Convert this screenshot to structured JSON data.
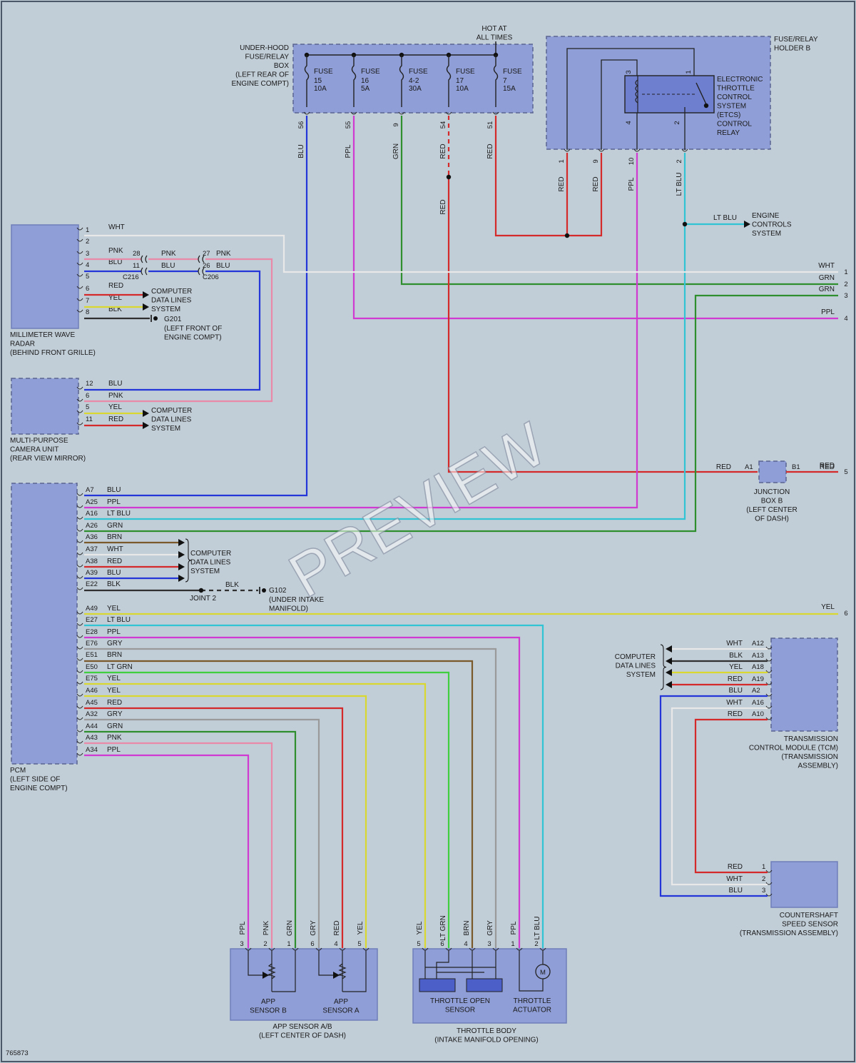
{
  "colors": {
    "BLU": "#2436d8",
    "PPL": "#d03ad0",
    "GRN": "#2f8f2f",
    "RED": "#d42a2a",
    "WHT": "#e8e8e8",
    "PNK": "#e88aa8",
    "YEL": "#d8d830",
    "BLK": "#303030",
    "LTBLU": "#30c4d4",
    "BRN": "#7a5a2a",
    "GRY": "#9a9a9a",
    "LTGRN": "#3fcf3f",
    "box": "#8f9ed6",
    "background": "#c1cdd7"
  },
  "underhood_box": {
    "lines": [
      "UNDER-HOOD",
      "FUSE/RELAY",
      "BOX",
      "(LEFT REAR OF",
      "ENGINE COMPT)"
    ]
  },
  "hot_label": [
    "HOT AT",
    "ALL TIMES"
  ],
  "fuses": [
    {
      "name": "FUSE",
      "num": "15",
      "amp": "10A",
      "pin": "56",
      "wire": "BLU"
    },
    {
      "name": "FUSE",
      "num": "16",
      "amp": "5A",
      "pin": "55",
      "wire": "PPL"
    },
    {
      "name": "FUSE",
      "num": "4-2",
      "amp": "30A",
      "pin": "9",
      "wire": "GRN"
    },
    {
      "name": "FUSE",
      "num": "17",
      "amp": "10A",
      "pin": "54",
      "wire": "RED"
    },
    {
      "name": "FUSE",
      "num": "7",
      "amp": "15A",
      "pin": "51",
      "wire": "RED"
    }
  ],
  "relay_holder": {
    "title": [
      "FUSE/RELAY",
      "HOLDER B"
    ],
    "relay": [
      "ELECTRONIC",
      "THROTTLE",
      "CONTROL",
      "SYSTEM",
      "(ETCS)",
      "CONTROL",
      "RELAY"
    ],
    "inner_pins": [
      "3",
      "1",
      "4",
      "2"
    ],
    "pins": [
      {
        "pin": "1",
        "wire": "RED"
      },
      {
        "pin": "9",
        "wire": "RED"
      },
      {
        "pin": "10",
        "wire": "PPL"
      },
      {
        "pin": "2",
        "wire": "LT BLU"
      }
    ]
  },
  "engine_controls": {
    "wire": "LT BLU",
    "lines": [
      "ENGINE",
      "CONTROLS",
      "SYSTEM"
    ]
  },
  "mmw_radar": {
    "lines": [
      "MILLIMETER WAVE",
      "RADAR",
      "(BEHIND FRONT GRILLE)"
    ],
    "pins": [
      {
        "pin": "1",
        "wire": "WHT"
      },
      {
        "pin": "2",
        "wire": ""
      },
      {
        "pin": "3",
        "wire": "PNK"
      },
      {
        "pin": "4",
        "wire": "BLU"
      },
      {
        "pin": "5",
        "wire": ""
      },
      {
        "pin": "6",
        "wire": "RED"
      },
      {
        "pin": "7",
        "wire": "YEL"
      },
      {
        "pin": "8",
        "wire": "BLK"
      }
    ],
    "c216": {
      "name": "C216",
      "pins": [
        "28",
        "11"
      ],
      "wires": [
        "PNK",
        "BLU"
      ]
    },
    "c206": {
      "name": "C206",
      "pins": [
        "27",
        "26"
      ],
      "wires": [
        "PNK",
        "BLU"
      ]
    },
    "cdl": [
      "COMPUTER",
      "DATA LINES",
      "SYSTEM"
    ],
    "ground": {
      "name": "G201",
      "lines": [
        "(LEFT FRONT OF",
        "ENGINE COMPT)"
      ]
    }
  },
  "camera": {
    "lines": [
      "MULTI-PURPOSE",
      "CAMERA UNIT",
      "(REAR VIEW MIRROR)"
    ],
    "pins": [
      {
        "pin": "12",
        "wire": "BLU"
      },
      {
        "pin": "6",
        "wire": "PNK"
      },
      {
        "pin": "5",
        "wire": "YEL"
      },
      {
        "pin": "11",
        "wire": "RED"
      }
    ],
    "cdl": [
      "COMPUTER",
      "DATA LINES",
      "SYSTEM"
    ]
  },
  "right_refs": [
    {
      "wire": "WHT",
      "num": "1"
    },
    {
      "wire": "GRN",
      "num": "2"
    },
    {
      "wire": "GRN",
      "num": "3"
    },
    {
      "wire": "PPL",
      "num": "4"
    },
    {
      "wire": "RED",
      "num": "5"
    },
    {
      "wire": "YEL",
      "num": "6"
    }
  ],
  "junction_box": {
    "lines": [
      "JUNCTION",
      "BOX B",
      "(LEFT CENTER",
      "OF DASH)"
    ],
    "pin_a": "A1",
    "pin_b": "B1",
    "wire_in": "RED",
    "wire_out": "RED"
  },
  "pcm": {
    "lines": [
      "PCM",
      "(LEFT SIDE OF",
      "ENGINE COMPT)"
    ],
    "pins": [
      {
        "pin": "A7",
        "wire": "BLU"
      },
      {
        "pin": "A25",
        "wire": "PPL"
      },
      {
        "pin": "A16",
        "wire": "LT BLU"
      },
      {
        "pin": "A26",
        "wire": "GRN"
      },
      {
        "pin": "A36",
        "wire": "BRN"
      },
      {
        "pin": "A37",
        "wire": "WHT"
      },
      {
        "pin": "A38",
        "wire": "RED"
      },
      {
        "pin": "A39",
        "wire": "BLU"
      },
      {
        "pin": "E22",
        "wire": "BLK"
      },
      {
        "pin": "A49",
        "wire": "YEL"
      },
      {
        "pin": "E27",
        "wire": "LT BLU"
      },
      {
        "pin": "E28",
        "wire": "PPL"
      },
      {
        "pin": "E76",
        "wire": "GRY"
      },
      {
        "pin": "E51",
        "wire": "BRN"
      },
      {
        "pin": "E50",
        "wire": "LT GRN"
      },
      {
        "pin": "E75",
        "wire": "YEL"
      },
      {
        "pin": "A46",
        "wire": "YEL"
      },
      {
        "pin": "A45",
        "wire": "RED"
      },
      {
        "pin": "A32",
        "wire": "GRY"
      },
      {
        "pin": "A44",
        "wire": "GRN"
      },
      {
        "pin": "A43",
        "wire": "PNK"
      },
      {
        "pin": "A34",
        "wire": "PPL"
      }
    ],
    "cdl": [
      "COMPUTER",
      "DATA LINES",
      "SYSTEM"
    ],
    "blk_label": "BLK",
    "joint": "JOINT 2",
    "ground": {
      "name": "G102",
      "lines": [
        "(UNDER INTAKE",
        "MANIFOLD)"
      ]
    }
  },
  "tcm": {
    "lines": [
      "TRANSMISSION",
      "CONTROL MODULE (TCM)",
      "(TRANSMISSION",
      "ASSEMBLY)"
    ],
    "cdl": [
      "COMPUTER",
      "DATA LINES",
      "SYSTEM"
    ],
    "pins": [
      {
        "pin": "A12",
        "wire": "WHT"
      },
      {
        "pin": "A13",
        "wire": "BLK"
      },
      {
        "pin": "A18",
        "wire": "YEL"
      },
      {
        "pin": "A19",
        "wire": "RED"
      },
      {
        "pin": "A2",
        "wire": "BLU"
      },
      {
        "pin": "A16",
        "wire": "WHT"
      },
      {
        "pin": "A10",
        "wire": "RED"
      }
    ]
  },
  "countershaft": {
    "lines": [
      "COUNTERSHAFT",
      "SPEED SENSOR",
      "(TRANSMISSION ASSEMBLY)"
    ],
    "pins": [
      {
        "pin": "1",
        "wire": "RED"
      },
      {
        "pin": "2",
        "wire": "WHT"
      },
      {
        "pin": "3",
        "wire": "BLU"
      }
    ]
  },
  "app_sensor": {
    "lines": [
      "APP SENSOR A/B",
      "(LEFT CENTER OF DASH)"
    ],
    "sensor_b": [
      "APP",
      "SENSOR B"
    ],
    "sensor_a": [
      "APP",
      "SENSOR A"
    ],
    "pins": [
      {
        "pin": "3",
        "wire": "PPL"
      },
      {
        "pin": "2",
        "wire": "PNK"
      },
      {
        "pin": "1",
        "wire": "GRN"
      },
      {
        "pin": "6",
        "wire": "GRY"
      },
      {
        "pin": "4",
        "wire": "RED"
      },
      {
        "pin": "5",
        "wire": "YEL"
      }
    ]
  },
  "throttle_body": {
    "lines": [
      "THROTTLE BODY",
      "(INTAKE MANIFOLD OPENING)"
    ],
    "sensor": [
      "THROTTLE OPEN",
      "SENSOR"
    ],
    "actuator": [
      "THROTTLE",
      "ACTUATOR"
    ],
    "motor": "M",
    "pins": [
      {
        "pin": "5",
        "wire": "YEL"
      },
      {
        "pin": "6",
        "wire": "LT GRN"
      },
      {
        "pin": "4",
        "wire": "BRN"
      },
      {
        "pin": "3",
        "wire": "GRY"
      },
      {
        "pin": "1",
        "wire": "PPL"
      },
      {
        "pin": "2",
        "wire": "LT BLU"
      }
    ]
  },
  "diagram_id": "765873",
  "watermark": "PREVIEW"
}
